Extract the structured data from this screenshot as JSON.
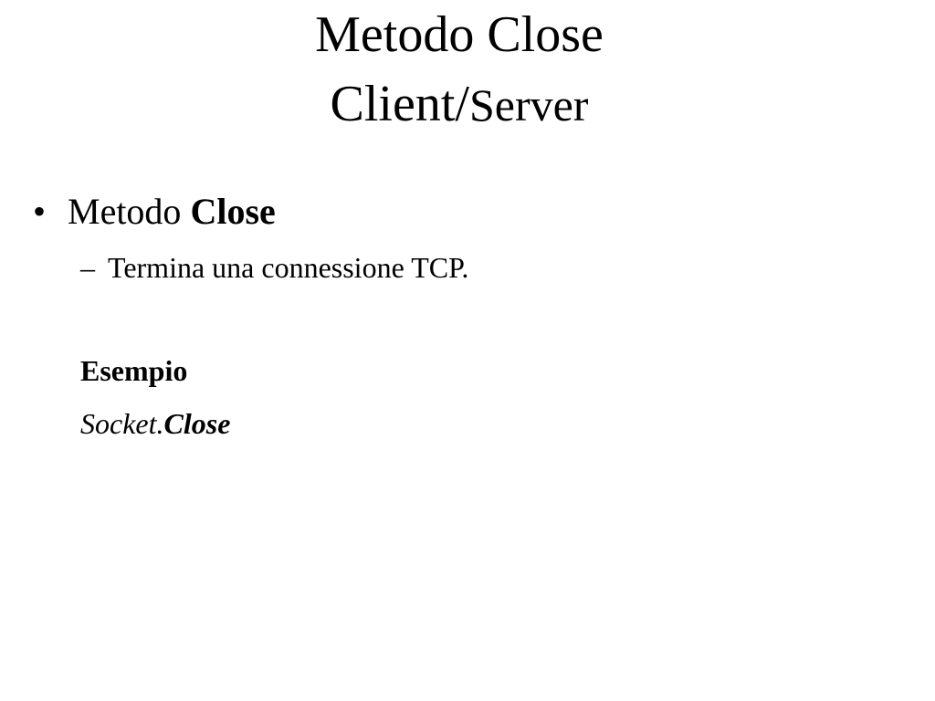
{
  "slide": {
    "title_line1": "Metodo Close",
    "title_line2_a": "Client/",
    "title_line2_b": "Server",
    "bullets": [
      {
        "marker": "•",
        "text_plain": "Metodo ",
        "text_bold": "Close",
        "sub": {
          "marker": "–",
          "text": "Termina una connessione TCP."
        }
      }
    ],
    "example": {
      "label": "Esempio",
      "code_object": "Socket.",
      "code_method": "Close"
    }
  }
}
